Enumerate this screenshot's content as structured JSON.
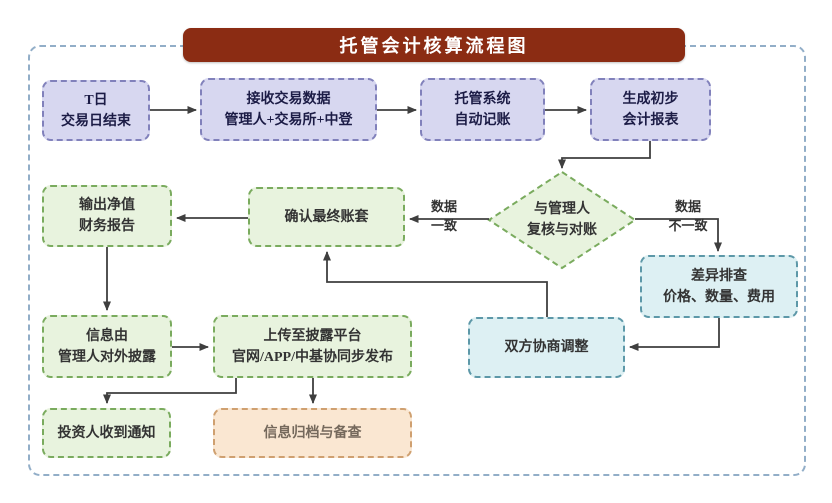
{
  "title": "托管会计核算流程图",
  "nodes": {
    "t_day": "T日\n交易日结束",
    "receive_data": "接收交易数据\n管理人+交易所+中登",
    "custody_system": "托管系统\n自动记账",
    "draft_report": "生成初步\n会计报表",
    "reconcile": "与管理人\n复核与对账",
    "confirm_books": "确认最终账套",
    "nav_report": "输出净值\n财务报告",
    "diff_check": "差异排查\n价格、数量、费用",
    "negotiate": "双方协商调整",
    "disclose": "信息由\n管理人对外披露",
    "upload": "上传至披露平台\n官网/APP/中基协同步发布",
    "notify": "投资人收到通知",
    "archive": "信息归档与备查"
  },
  "edge_labels": {
    "match": "数据\n一致",
    "mismatch": "数据\n不一致"
  },
  "colors": {
    "title_bg": "#8B2C13",
    "title_text": "#FFFFFF",
    "purple_fill": "#D7D7F0",
    "purple_border": "#8181BB",
    "green_fill": "#E8F3DE",
    "green_border": "#7AAB5E",
    "cyan_fill": "#DDF0F3",
    "cyan_border": "#5D98A8",
    "orange_fill": "#FAE7D2",
    "orange_border": "#CFA070",
    "outer_border": "#92AEC8",
    "connector_line": "#3F3F3F"
  }
}
